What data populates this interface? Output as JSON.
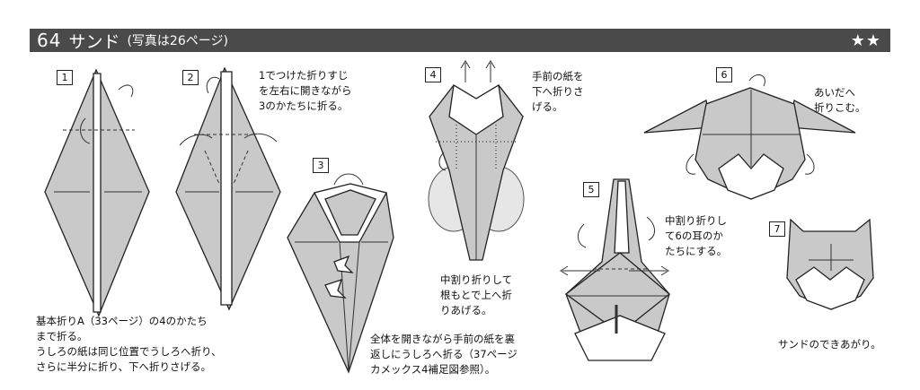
{
  "header": {
    "number": "64",
    "name": "サンド",
    "sub": "(写真は26ページ)",
    "difficulty": "★★"
  },
  "steps": [
    "1",
    "2",
    "3",
    "4",
    "5",
    "6",
    "7"
  ],
  "instructions": {
    "step1": "基本折りA（33ページ）の4のかたち\nまで折る。\nうしろの紙は同じ位置でうしろへ折り、\nさらに半分に折り、下へ折りさげる。",
    "step2": "1でつけた折りすじ\nを左右に開きながら\n3のかたちに折る。",
    "step3": "全体を開きながら手前の紙を裏\n返しにうしろへ折る（37ページ\nカメックス4補足図参照）。",
    "step4a": "手前の紙を\n下へ折りさ\nげる。",
    "step4b": "中割り折りして\n根もとで上へ折\nりあげる。",
    "step5": "中割り折りし\nて6の耳のか\nたちにする。",
    "step6": "あいだへ\n折りこむ。",
    "step7": "サンドのできあがり。"
  },
  "colors": {
    "header_bg": "#4a4a4a",
    "paper": "#c9c9c9"
  }
}
